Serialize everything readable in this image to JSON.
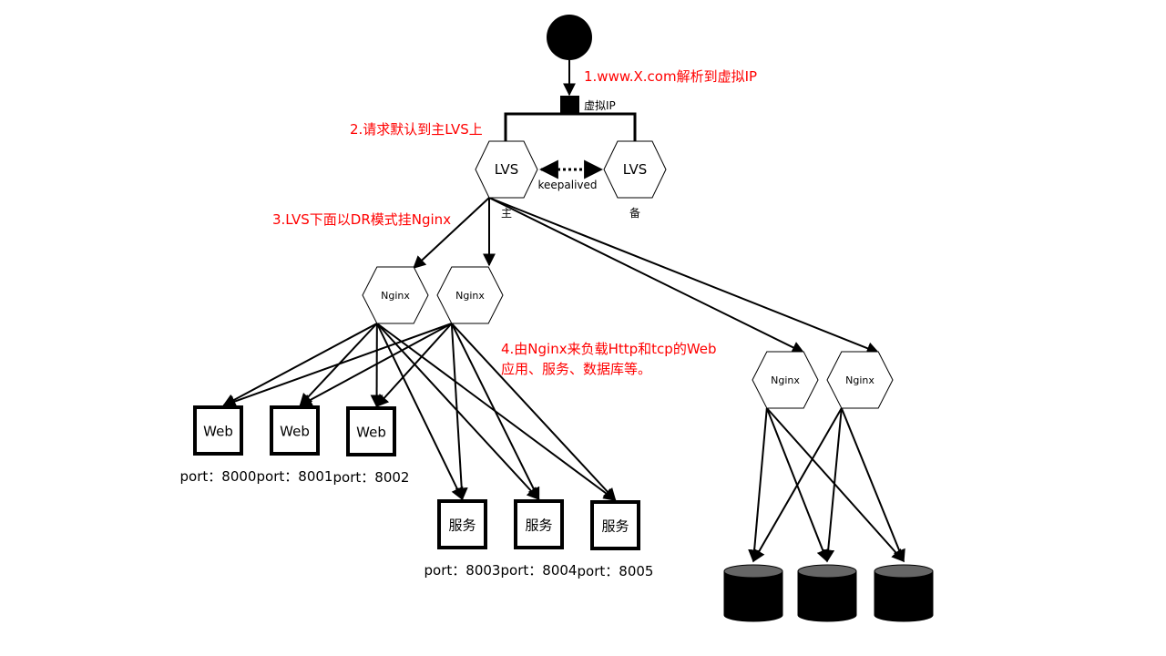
{
  "colors": {
    "annotation": "#ff0000",
    "stroke": "#000000",
    "db_top": "#666666",
    "db_body": "#000000"
  },
  "annotations": {
    "step1": "1.www.X.com解析到虚拟IP",
    "step2": "2.请求默认到主LVS上",
    "step3": "3.LVS下面以DR模式挂Nginx",
    "step4_line1": "4.由Nginx来负载Http和tcp的Web",
    "step4_line2": "应用、服务、数据库等。"
  },
  "nodes": {
    "client": {
      "type": "client-circle"
    },
    "vip": {
      "label": "虚拟IP"
    },
    "lvs_master": {
      "label": "LVS",
      "role": "主"
    },
    "lvs_backup": {
      "label": "LVS",
      "role": "备"
    },
    "keepalived": {
      "label": "keepalived"
    },
    "nginx": [
      {
        "label": "Nginx"
      },
      {
        "label": "Nginx"
      },
      {
        "label": "Nginx"
      },
      {
        "label": "Nginx"
      }
    ],
    "web": [
      {
        "label": "Web",
        "port": "port：8000"
      },
      {
        "label": "Web",
        "port": "port：8001"
      },
      {
        "label": "Web",
        "port": "port：8002"
      }
    ],
    "service": [
      {
        "label": "服务",
        "port": "port：8003"
      },
      {
        "label": "服务",
        "port": "port：8004"
      },
      {
        "label": "服务",
        "port": "port：8005"
      }
    ],
    "databases": [
      {
        "type": "database"
      },
      {
        "type": "database"
      },
      {
        "type": "database"
      }
    ]
  },
  "edges": [
    {
      "from": "client",
      "to": "vip"
    },
    {
      "from": "lvs_master",
      "to": "nginx.0"
    },
    {
      "from": "lvs_master",
      "to": "nginx.1"
    },
    {
      "from": "lvs_master",
      "to": "nginx.2"
    },
    {
      "from": "lvs_master",
      "to": "nginx.3"
    },
    {
      "from": "lvs_master",
      "to": "lvs_backup",
      "style": "dotted-bidirectional"
    },
    {
      "from": "nginx.0",
      "to": "web.0"
    },
    {
      "from": "nginx.0",
      "to": "web.1"
    },
    {
      "from": "nginx.0",
      "to": "web.2"
    },
    {
      "from": "nginx.0",
      "to": "service.0"
    },
    {
      "from": "nginx.0",
      "to": "service.1"
    },
    {
      "from": "nginx.0",
      "to": "service.2"
    },
    {
      "from": "nginx.1",
      "to": "web.0"
    },
    {
      "from": "nginx.1",
      "to": "web.1"
    },
    {
      "from": "nginx.1",
      "to": "web.2"
    },
    {
      "from": "nginx.1",
      "to": "service.0"
    },
    {
      "from": "nginx.1",
      "to": "service.1"
    },
    {
      "from": "nginx.1",
      "to": "service.2"
    },
    {
      "from": "nginx.2",
      "to": "databases.0"
    },
    {
      "from": "nginx.2",
      "to": "databases.1"
    },
    {
      "from": "nginx.2",
      "to": "databases.2"
    },
    {
      "from": "nginx.3",
      "to": "databases.0"
    },
    {
      "from": "nginx.3",
      "to": "databases.1"
    },
    {
      "from": "nginx.3",
      "to": "databases.2"
    }
  ]
}
